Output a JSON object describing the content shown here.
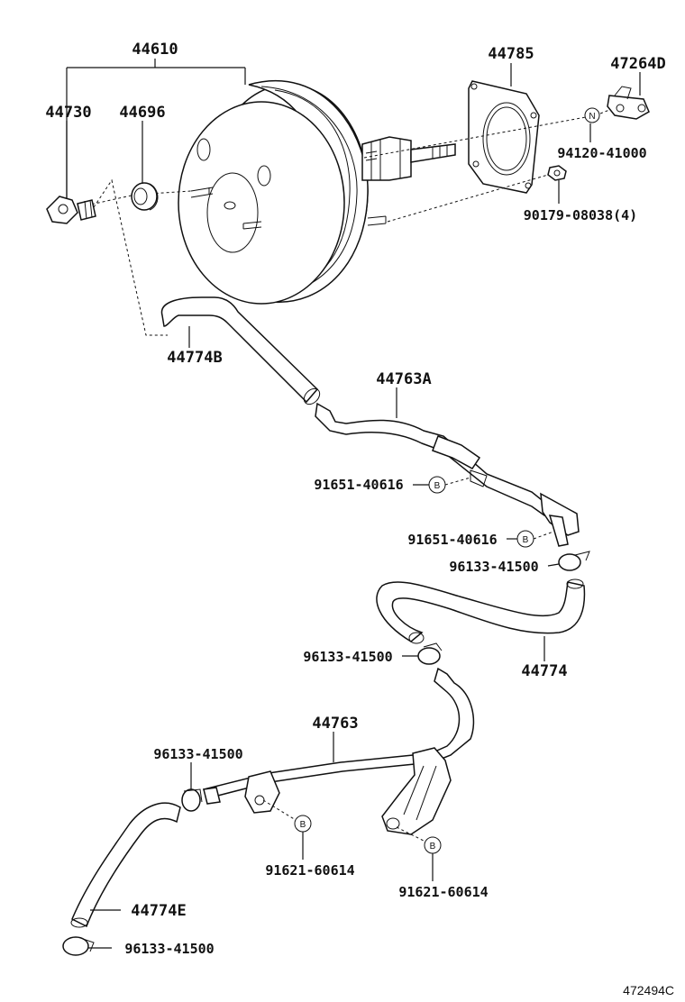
{
  "parts": {
    "p44610": "44610",
    "p44730": "44730",
    "p44696": "44696",
    "p44785": "44785",
    "p47264D": "47264D",
    "p94120": "94120-41000",
    "p90179": "90179-08038(4)",
    "p44774B": "44774B",
    "p44763A": "44763A",
    "p91651a": "91651-40616",
    "p91651b": "91651-40616",
    "p96133a": "96133-41500",
    "p96133b": "96133-41500",
    "p44774": "44774",
    "p44763": "44763",
    "p96133c": "96133-41500",
    "p91621a": "91621-60614",
    "p91621b": "91621-60614",
    "p44774E": "44774E",
    "p96133d": "96133-41500"
  },
  "markers": {
    "n": "N",
    "b": "B"
  },
  "ref_code": "472494C"
}
